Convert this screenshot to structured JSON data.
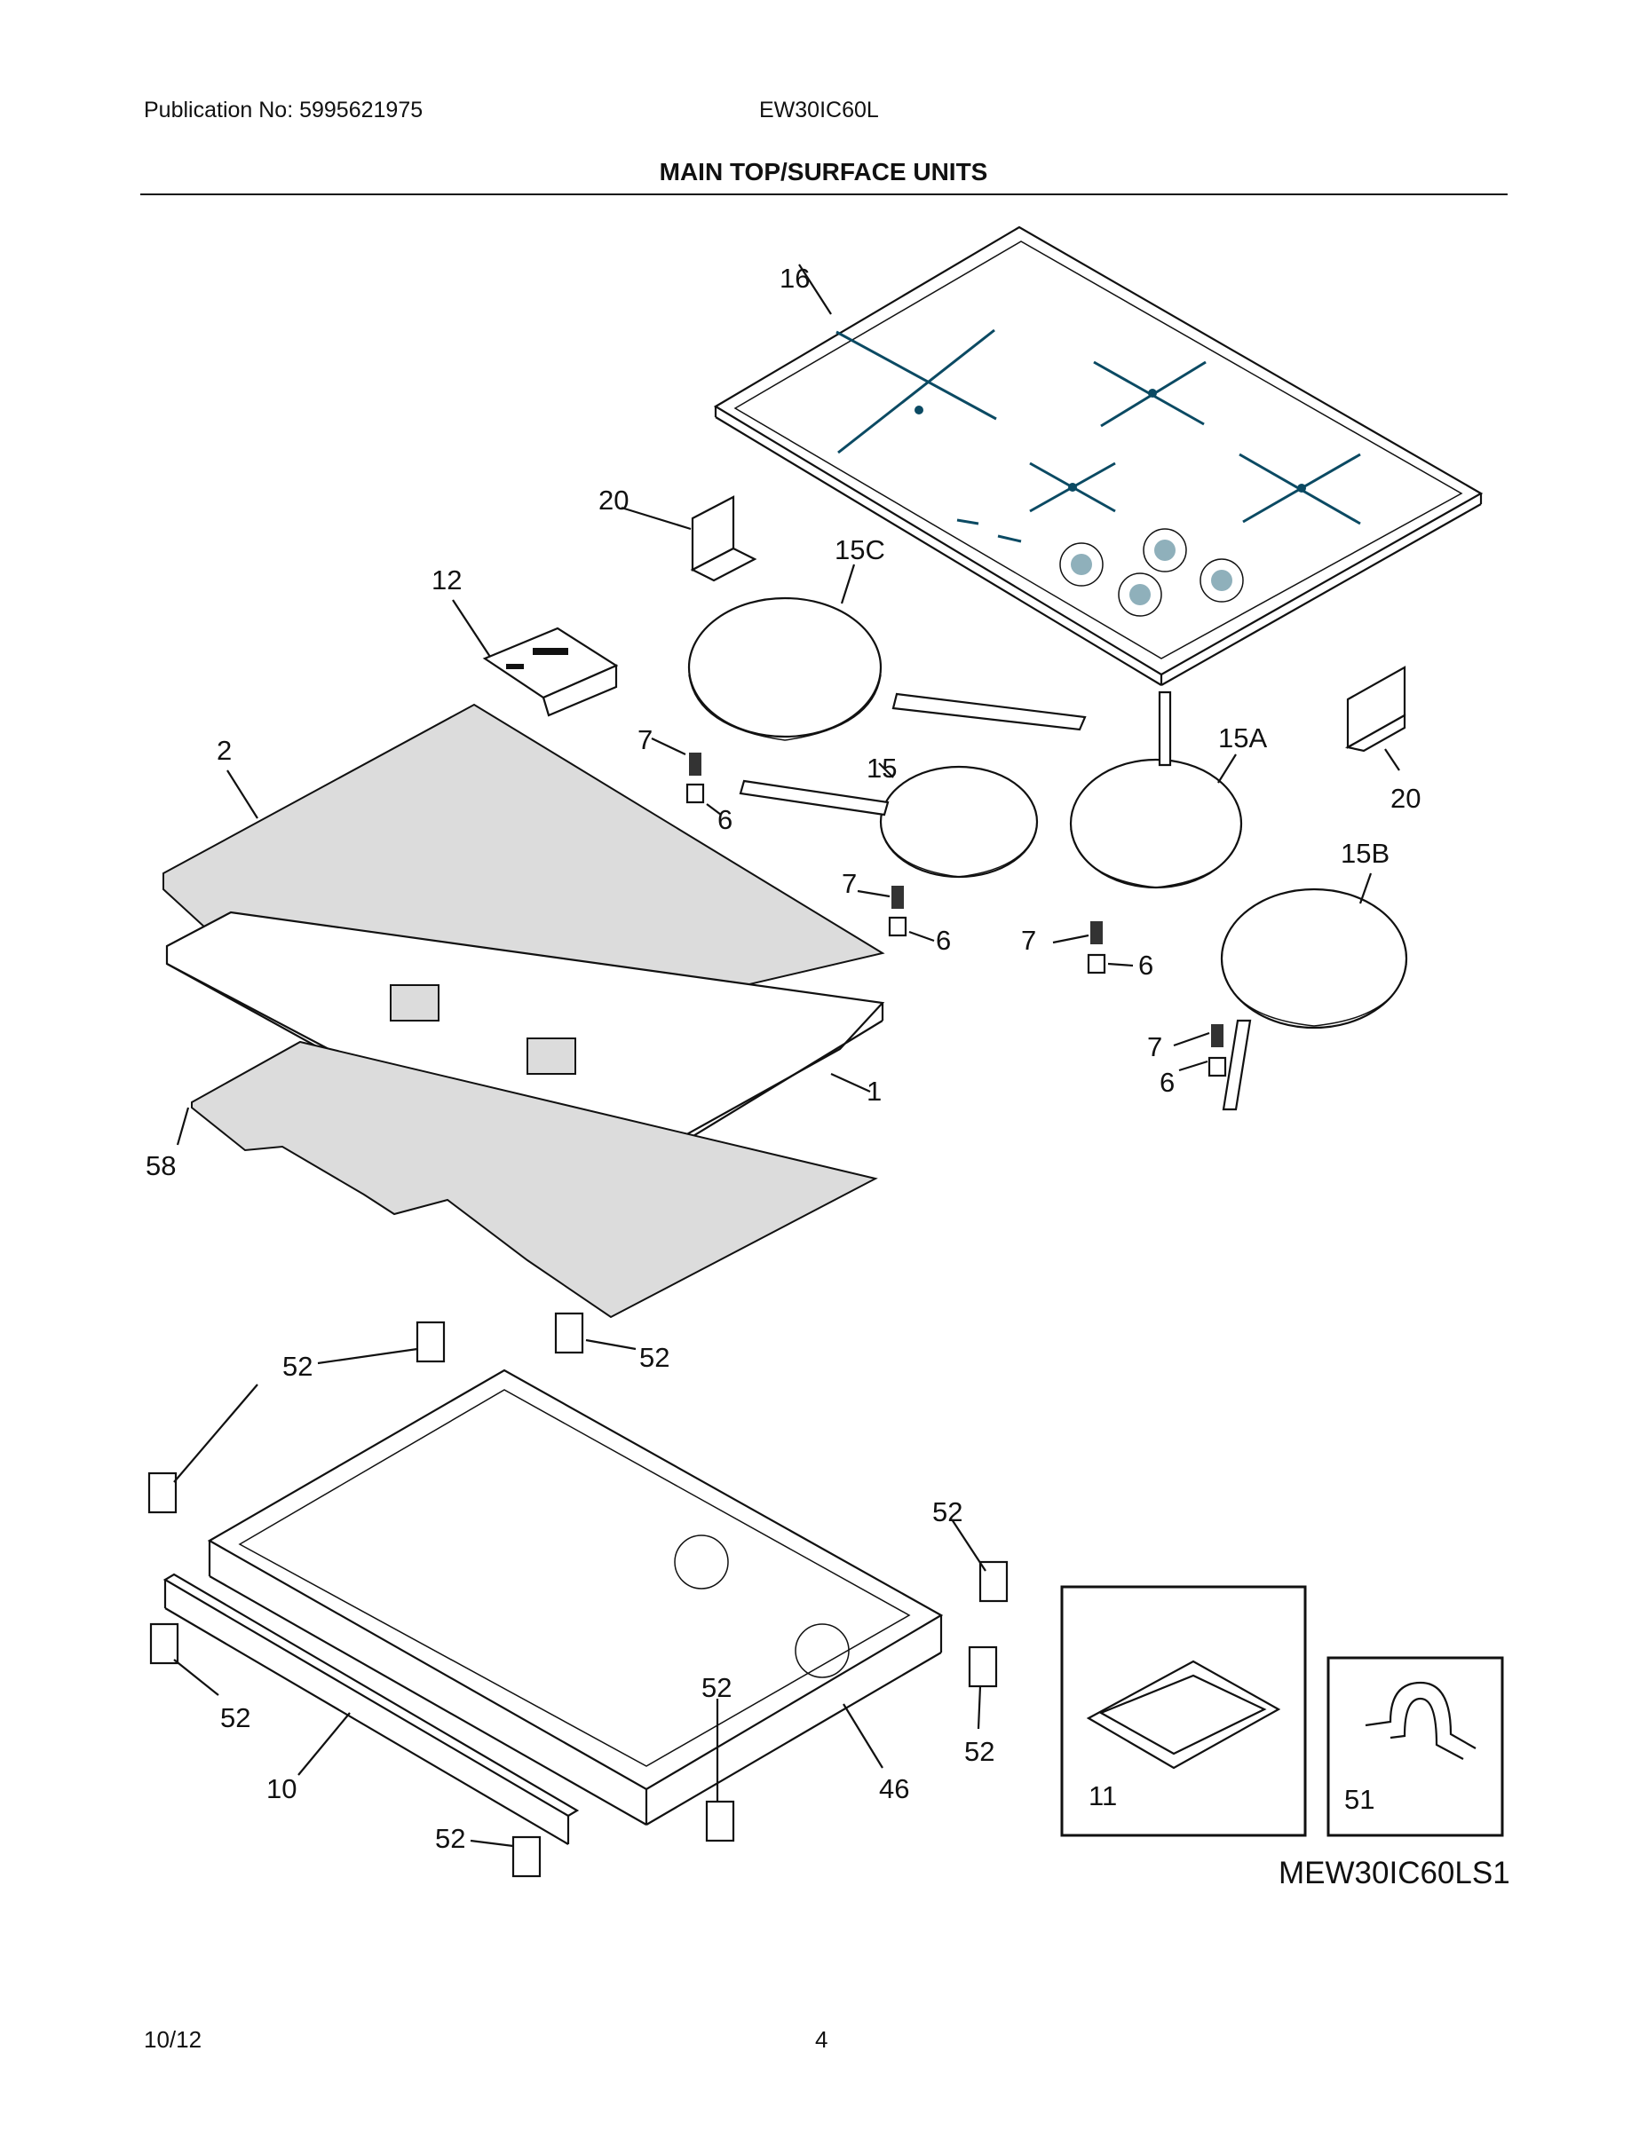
{
  "header": {
    "publication": "Publication No: 5995621975",
    "model": "EW30IC60L",
    "title": "MAIN TOP/SURFACE UNITS"
  },
  "callouts": {
    "c16": "16",
    "c20a": "20",
    "c20b": "20",
    "c15c": "15C",
    "c12": "12",
    "c2": "2",
    "c7a": "7",
    "c6a": "6",
    "c15": "15",
    "c15a": "15A",
    "c15b": "15B",
    "c7b": "7",
    "c6b": "6",
    "c7c": "7",
    "c6c": "6",
    "c7d": "7",
    "c6d": "6",
    "c1": "1",
    "c58": "58",
    "c52a": "52",
    "c52b": "52",
    "c52c": "52",
    "c52d": "52",
    "c52e": "52",
    "c52f": "52",
    "c52g": "52",
    "c10": "10",
    "c46": "46",
    "c11": "11",
    "c51": "51"
  },
  "diagram_code": "MEW30IC60LS1",
  "footer": {
    "date": "10/12",
    "page": "4"
  }
}
